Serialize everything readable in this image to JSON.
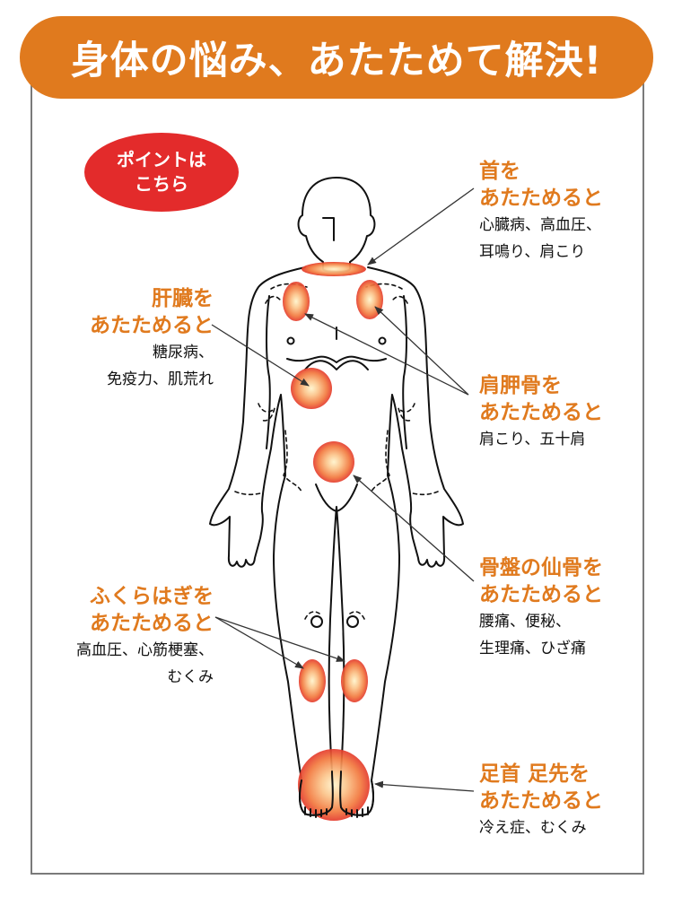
{
  "header": {
    "title": "身体の悩み、あたためて解決!"
  },
  "badge": {
    "line1": "ポイントは",
    "line2": "こちら"
  },
  "callouts": {
    "neck": {
      "heading1": "首を",
      "heading2": "あたためると",
      "desc1": "心臓病、高血圧、",
      "desc2": "耳鳴り、肩こり"
    },
    "liver": {
      "heading1": "肝臓を",
      "heading2": "あたためると",
      "desc1": "糖尿病、",
      "desc2": "免疫力、肌荒れ"
    },
    "shoulder_blade": {
      "heading1": "肩胛骨を",
      "heading2": "あたためると",
      "desc1": "肩こり、五十肩"
    },
    "sacrum": {
      "heading1": "骨盤の仙骨を",
      "heading2": "あたためると",
      "desc1": "腰痛、便秘、",
      "desc2": "生理痛、ひざ痛"
    },
    "calf": {
      "heading1": "ふくらはぎを",
      "heading2": "あたためると",
      "desc1": "高血圧、心筋梗塞、",
      "desc2": "むくみ"
    },
    "ankle": {
      "heading1": "足首 足先を",
      "heading2": "あたためると",
      "desc1": "冷え症、むくみ"
    }
  },
  "colors": {
    "accent_orange": "#e07a1e",
    "badge_red": "#e32b2b",
    "hotspot_core": "#fff1c0",
    "hotspot_mid": "#f79a4e",
    "hotspot_edge": "#e8402e",
    "outline": "#111111"
  }
}
